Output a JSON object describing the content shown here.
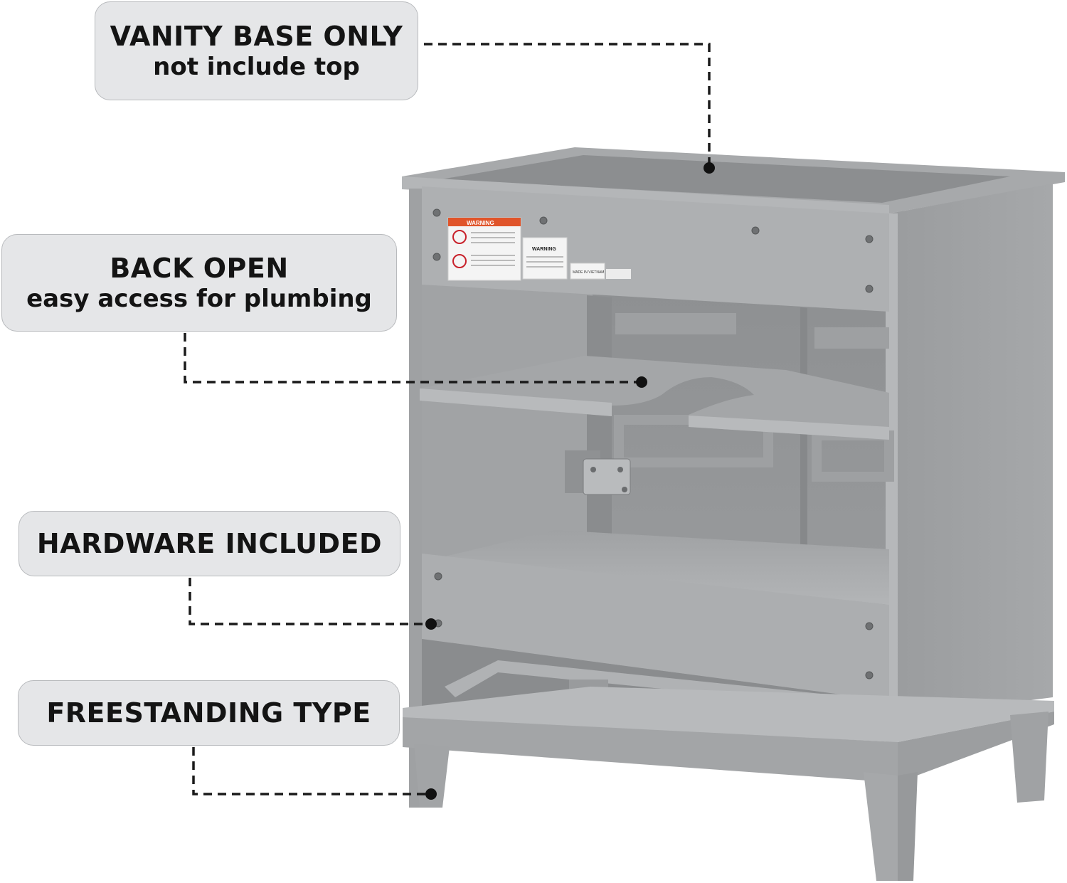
{
  "callouts": [
    {
      "id": "vanity-base",
      "line1": "VANITY BASE ONLY",
      "line2": "not include top"
    },
    {
      "id": "back-open",
      "line1": "BACK OPEN",
      "line2": "easy access for plumbing"
    },
    {
      "id": "hardware",
      "line1": "HARDWARE INCLUDED"
    },
    {
      "id": "freestanding",
      "line1": "FREESTANDING TYPE"
    }
  ],
  "product": {
    "name": "gray-bathroom-vanity-cabinet",
    "color": "#a3a5a7",
    "warning_label": "WARNING",
    "warning_label_2": "WARNING",
    "made_in": "MADE IN VIETNAM"
  },
  "colors": {
    "callout_fill": "#e5e6e8",
    "callout_border": "#b8babd",
    "leader_line": "#1a1a1a",
    "warning_orange": "#e0542a"
  }
}
